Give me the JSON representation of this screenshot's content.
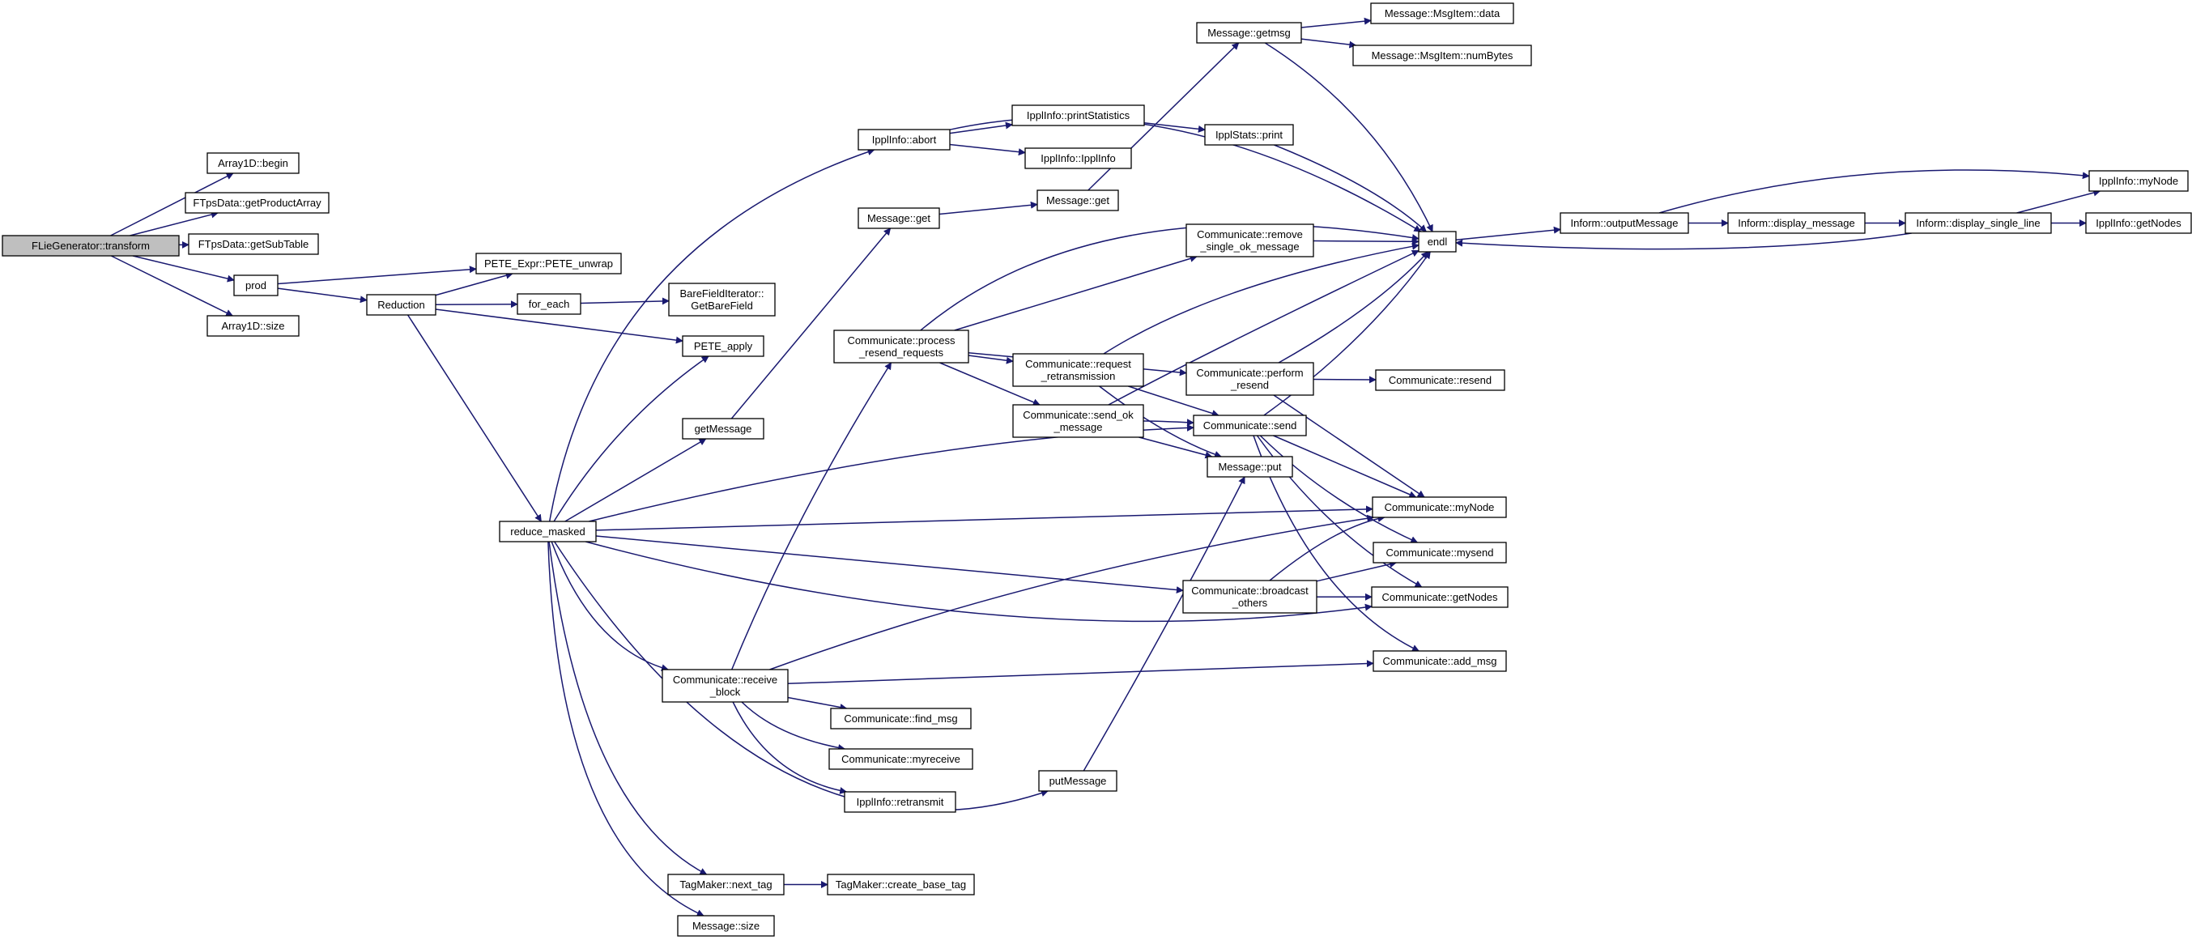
{
  "colors": {
    "edge": "#191970",
    "node_fill": "#ffffff",
    "root_fill": "#bfbfbf",
    "border": "#000000"
  },
  "nodes": [
    {
      "id": "fliegen",
      "lines": [
        "FLieGenerator::transform"
      ],
      "root": true
    },
    {
      "id": "a1begin",
      "lines": [
        "Array1D::begin"
      ]
    },
    {
      "id": "gpa",
      "lines": [
        "FTpsData::getProductArray"
      ]
    },
    {
      "id": "gst",
      "lines": [
        "FTpsData::getSubTable"
      ]
    },
    {
      "id": "prod",
      "lines": [
        "prod"
      ]
    },
    {
      "id": "a1size",
      "lines": [
        "Array1D::size"
      ]
    },
    {
      "id": "reduction",
      "lines": [
        "Reduction"
      ]
    },
    {
      "id": "unwrap",
      "lines": [
        "PETE_Expr::PETE_unwrap"
      ]
    },
    {
      "id": "foreach",
      "lines": [
        "for_each"
      ]
    },
    {
      "id": "bfi",
      "lines": [
        "BareFieldIterator::",
        "GetBareField"
      ]
    },
    {
      "id": "peteapply",
      "lines": [
        "PETE_apply"
      ]
    },
    {
      "id": "reducem",
      "lines": [
        "reduce_masked"
      ]
    },
    {
      "id": "abort",
      "lines": [
        "IpplInfo::abort"
      ]
    },
    {
      "id": "msgget",
      "lines": [
        "Message::get"
      ]
    },
    {
      "id": "getmessage",
      "lines": [
        "getMessage"
      ]
    },
    {
      "id": "procresend",
      "lines": [
        "Communicate::process",
        "_resend_requests"
      ]
    },
    {
      "id": "recvblock",
      "lines": [
        "Communicate::receive",
        "_block"
      ]
    },
    {
      "id": "findmsg",
      "lines": [
        "Communicate::find_msg"
      ]
    },
    {
      "id": "myreceive",
      "lines": [
        "Communicate::myreceive"
      ]
    },
    {
      "id": "retransmit",
      "lines": [
        "IpplInfo::retransmit"
      ]
    },
    {
      "id": "nexttag",
      "lines": [
        "TagMaker::next_tag"
      ]
    },
    {
      "id": "createtag",
      "lines": [
        "TagMaker::create_base_tag"
      ]
    },
    {
      "id": "msgsize",
      "lines": [
        "Message::size"
      ]
    },
    {
      "id": "printstats",
      "lines": [
        "IpplInfo::printStatistics"
      ]
    },
    {
      "id": "ipplinfoctor",
      "lines": [
        "IpplInfo::IpplInfo"
      ]
    },
    {
      "id": "msgget2",
      "lines": [
        "Message::get"
      ]
    },
    {
      "id": "reqretrans",
      "lines": [
        "Communicate::request",
        "_retransmission"
      ]
    },
    {
      "id": "sendok",
      "lines": [
        "Communicate::send_ok",
        "_message"
      ]
    },
    {
      "id": "putmessage",
      "lines": [
        "putMessage"
      ]
    },
    {
      "id": "getmsg",
      "lines": [
        "Message::getmsg"
      ]
    },
    {
      "id": "ipplstatsprint",
      "lines": [
        "IpplStats::print"
      ]
    },
    {
      "id": "removeok",
      "lines": [
        "Communicate::remove",
        "_single_ok_message"
      ]
    },
    {
      "id": "perfresend",
      "lines": [
        "Communicate::perform",
        "_resend"
      ]
    },
    {
      "id": "send",
      "lines": [
        "Communicate::send"
      ]
    },
    {
      "id": "msgput",
      "lines": [
        "Message::put"
      ]
    },
    {
      "id": "bcast",
      "lines": [
        "Communicate::broadcast",
        "_others"
      ]
    },
    {
      "id": "msgitemdata",
      "lines": [
        "Message::MsgItem::data"
      ]
    },
    {
      "id": "msgitemnb",
      "lines": [
        "Message::MsgItem::numBytes"
      ]
    },
    {
      "id": "endl",
      "lines": [
        "endl"
      ]
    },
    {
      "id": "resend",
      "lines": [
        "Communicate::resend"
      ]
    },
    {
      "id": "commmynode",
      "lines": [
        "Communicate::myNode"
      ]
    },
    {
      "id": "mysend",
      "lines": [
        "Communicate::mysend"
      ]
    },
    {
      "id": "commgetnodes",
      "lines": [
        "Communicate::getNodes"
      ]
    },
    {
      "id": "addmsg",
      "lines": [
        "Communicate::add_msg"
      ]
    },
    {
      "id": "outmsg",
      "lines": [
        "Inform::outputMessage"
      ]
    },
    {
      "id": "dispmsg",
      "lines": [
        "Inform::display_message"
      ]
    },
    {
      "id": "dispsingle",
      "lines": [
        "Inform::display_single_line"
      ]
    },
    {
      "id": "ipplmynode",
      "lines": [
        "IpplInfo::myNode"
      ]
    },
    {
      "id": "ipplgetnodes",
      "lines": [
        "IpplInfo::getNodes"
      ]
    }
  ],
  "edges": [
    [
      "fliegen",
      "a1begin"
    ],
    [
      "fliegen",
      "gpa"
    ],
    [
      "fliegen",
      "gst"
    ],
    [
      "fliegen",
      "prod"
    ],
    [
      "fliegen",
      "a1size"
    ],
    [
      "prod",
      "unwrap"
    ],
    [
      "prod",
      "reduction"
    ],
    [
      "reduction",
      "unwrap"
    ],
    [
      "reduction",
      "foreach"
    ],
    [
      "reduction",
      "peteapply"
    ],
    [
      "reduction",
      "reducem"
    ],
    [
      "foreach",
      "bfi"
    ],
    [
      "reducem",
      "abort"
    ],
    [
      "reducem",
      "peteapply"
    ],
    [
      "reducem",
      "getmessage"
    ],
    [
      "reducem",
      "send"
    ],
    [
      "reducem",
      "commmynode"
    ],
    [
      "reducem",
      "bcast"
    ],
    [
      "reducem",
      "commgetnodes"
    ],
    [
      "reducem",
      "recvblock"
    ],
    [
      "reducem",
      "putmessage"
    ],
    [
      "reducem",
      "nexttag"
    ],
    [
      "reducem",
      "msgsize"
    ],
    [
      "abort",
      "printstats"
    ],
    [
      "abort",
      "ipplinfoctor"
    ],
    [
      "abort",
      "endl"
    ],
    [
      "msgget",
      "msgget2"
    ],
    [
      "getmessage",
      "msgget"
    ],
    [
      "msgget2",
      "getmsg"
    ],
    [
      "getmsg",
      "msgitemdata"
    ],
    [
      "getmsg",
      "msgitemnb"
    ],
    [
      "getmsg",
      "endl"
    ],
    [
      "printstats",
      "ipplstatsprint"
    ],
    [
      "ipplstatsprint",
      "endl"
    ],
    [
      "procresend",
      "endl"
    ],
    [
      "procresend",
      "removeok"
    ],
    [
      "procresend",
      "perfresend"
    ],
    [
      "procresend",
      "reqretrans"
    ],
    [
      "procresend",
      "sendok"
    ],
    [
      "removeok",
      "endl"
    ],
    [
      "reqretrans",
      "endl"
    ],
    [
      "reqretrans",
      "send"
    ],
    [
      "reqretrans",
      "msgput"
    ],
    [
      "sendok",
      "endl"
    ],
    [
      "sendok",
      "send"
    ],
    [
      "sendok",
      "msgput"
    ],
    [
      "perfresend",
      "endl"
    ],
    [
      "perfresend",
      "resend"
    ],
    [
      "perfresend",
      "commmynode"
    ],
    [
      "send",
      "endl"
    ],
    [
      "send",
      "commmynode"
    ],
    [
      "send",
      "mysend"
    ],
    [
      "send",
      "commgetnodes"
    ],
    [
      "send",
      "addmsg"
    ],
    [
      "bcast",
      "commmynode"
    ],
    [
      "bcast",
      "mysend"
    ],
    [
      "bcast",
      "commgetnodes"
    ],
    [
      "recvblock",
      "procresend"
    ],
    [
      "recvblock",
      "commmynode"
    ],
    [
      "recvblock",
      "addmsg"
    ],
    [
      "recvblock",
      "findmsg"
    ],
    [
      "recvblock",
      "myreceive"
    ],
    [
      "recvblock",
      "retransmit"
    ],
    [
      "putmessage",
      "msgput"
    ],
    [
      "nexttag",
      "createtag"
    ],
    [
      "endl",
      "outmsg"
    ],
    [
      "outmsg",
      "dispmsg"
    ],
    [
      "dispmsg",
      "dispsingle"
    ],
    [
      "outmsg",
      "ipplmynode"
    ],
    [
      "dispsingle",
      "ipplmynode"
    ],
    [
      "dispsingle",
      "ipplgetnodes"
    ],
    [
      "dispsingle",
      "endl"
    ]
  ]
}
